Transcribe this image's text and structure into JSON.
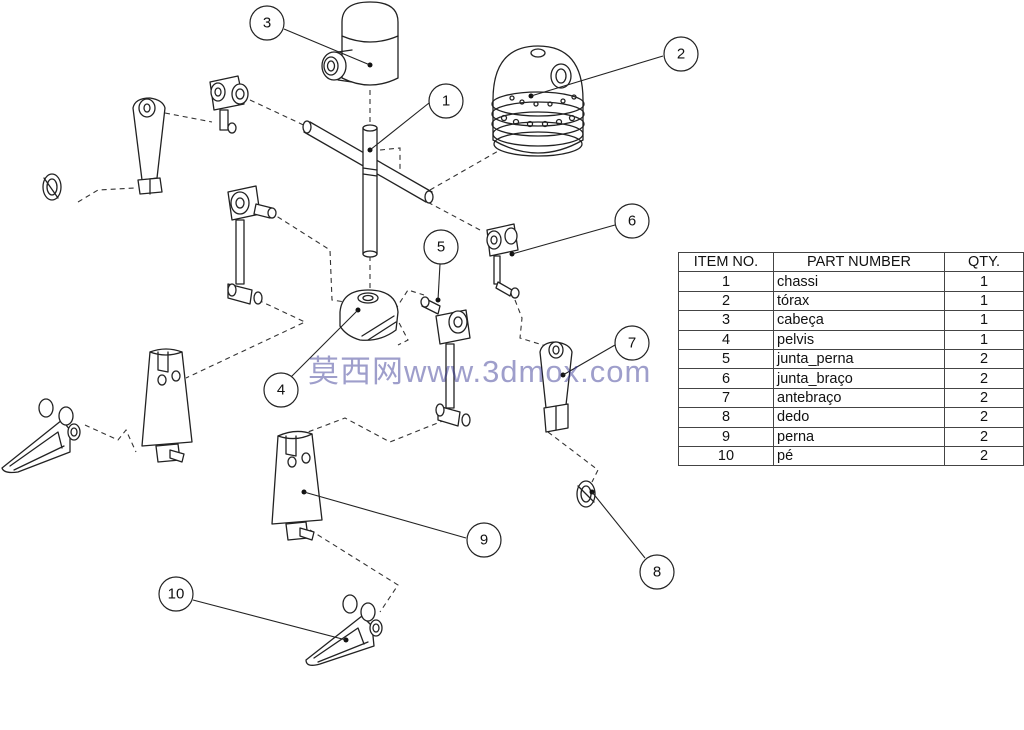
{
  "bom": {
    "headers": [
      "ITEM NO.",
      "PART NUMBER",
      "QTY."
    ],
    "rows": [
      [
        "1",
        "chassi",
        "1"
      ],
      [
        "2",
        "tórax",
        "1"
      ],
      [
        "3",
        "cabeça",
        "1"
      ],
      [
        "4",
        "pelvis",
        "1"
      ],
      [
        "5",
        "junta_perna",
        "2"
      ],
      [
        "6",
        "junta_braço",
        "2"
      ],
      [
        "7",
        "antebraço",
        "2"
      ],
      [
        "8",
        "dedo",
        "2"
      ],
      [
        "9",
        "perna",
        "2"
      ],
      [
        "10",
        "pé",
        "2"
      ]
    ]
  },
  "balloons": [
    "1",
    "2",
    "3",
    "4",
    "5",
    "6",
    "7",
    "8",
    "9",
    "10"
  ],
  "watermark": "莫西网www.3dmox.com",
  "colors": {
    "line": "#222222",
    "watermark": "#5a5aa0",
    "background": "#ffffff"
  }
}
